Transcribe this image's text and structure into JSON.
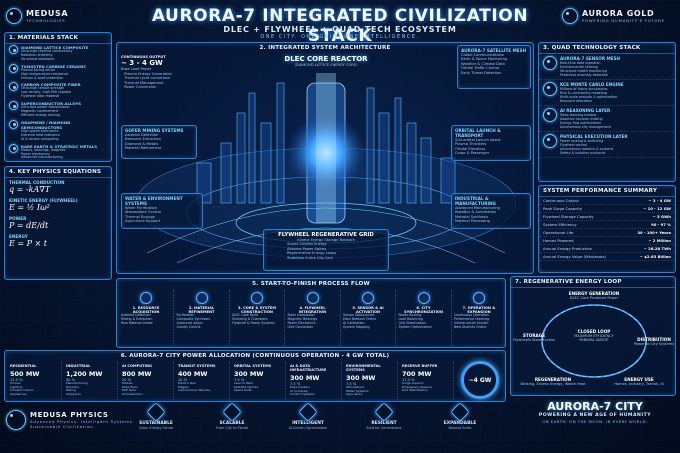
{
  "header": {
    "brand_left": "MEDUSA",
    "brand_left_sub": "TECHNOLOGIES",
    "title": "AURORA-7 INTEGRATED CIVILIZATION STACK",
    "subtitle": "DLEC + FLYWHEEL + QUAD TECH ECOSYSTEM",
    "tagline": "ONE CITY. ONE GRID. ONE INTELLIGENCE.",
    "brand_right": "AURORA GOLD",
    "brand_right_sub": "POWERING HUMANITY'S FUTURE"
  },
  "materials": {
    "title": "1. MATERIALS STACK",
    "items": [
      {
        "name": "DIAMOND LATTICE COMPOSITE",
        "lines": [
          "Ultra-high thermal conductivity",
          "Radiation shielding",
          "Structural backbone"
        ]
      },
      {
        "name": "TUNGSTEN CARBIDE CERAMIC",
        "lines": [
          "Plasma facing armor",
          "High temperature resistance",
          "Erosion & spall protection"
        ]
      },
      {
        "name": "CARBON COMPOSITE FIBER",
        "lines": [
          "Ultra-high tensile strength",
          "Low density, high EMI capable",
          "Flywheel rotor material"
        ]
      },
      {
        "name": "SUPERCONDUCTOR ALLOYS",
        "lines": [
          "Zero-loss power transmission",
          "Magnetic confinement",
          "Efficient energy routing"
        ]
      },
      {
        "name": "GRAPHENE / DIAMOND SEMICONDUCTORS",
        "lines": [
          "High speed electronics",
          "Extreme heat tolerance",
          "AI & sensor computing"
        ]
      },
      {
        "name": "RARE EARTH & STRATEGIC METALS",
        "lines": [
          "Motors, bearings, magnets",
          "Power electronics",
          "Advanced manufacturing"
        ]
      }
    ]
  },
  "physics": {
    "title": "4. KEY PHYSICS EQUATIONS",
    "items": [
      {
        "name": "THERMAL CONDUCTION",
        "eq": "q = -kA∇T"
      },
      {
        "name": "KINETIC ENERGY (FLYWHEEL)",
        "eq": "E = ½ Iω²"
      },
      {
        "name": "POWER",
        "eq": "P = dE/dt"
      },
      {
        "name": "ENERGY",
        "eq": "E = P × t"
      }
    ]
  },
  "architecture": {
    "title": "2. INTEGRATED SYSTEM ARCHITECTURE",
    "continuous_output_label": "CONTINUOUS OUTPUT",
    "continuous_output_value": "~ 3 - 4 GW",
    "continuous_output_sub": "Base Load Power",
    "continuous_output_lines": [
      "Plasma Energy Generation",
      "Thermal cycle conversion",
      "Thermal Management",
      "Power Conversion"
    ],
    "core_title": "DLEC CORE REACTOR",
    "core_sub": "(DIAMOND LATTICE ENERGY CORE)",
    "satellite_title": "AURORA-7 SATELLITE MESH",
    "satellite_lines": [
      "Global Communications",
      "Earth & Space Monitoring",
      "Weather & Climate Data",
      "Orbital Traffic Control",
      "Early Threat Detection"
    ],
    "mining_title": "GOFER MINING SYSTEMS",
    "mining_lines": [
      "Asteroid Detection",
      "Resource Extraction",
      "Diamond & Metals",
      "Material Refinement"
    ],
    "orbital_title": "ORBITAL LAUNCH & TRANSPORT",
    "orbital_lines": [
      "Sub-orbital Launch Assist",
      "Plasma Thrusters",
      "Orbital Elevators",
      "Cargo & Passenger"
    ],
    "water_title": "WATER & ENVIRONMENT SYSTEMS",
    "water_lines": [
      "Water Purification",
      "Atmosphere Control",
      "Thermal Ecology",
      "Agriculture Support"
    ],
    "industrial_title": "INDUSTRIAL & MANUFACTURING",
    "industrial_lines": [
      "Advanced Manufacturing",
      "Robotics & Automation",
      "Material Synthesis",
      "Material Processing"
    ],
    "flywheel_title": "FLYWHEEL REGENERATIVE GRID",
    "flywheel_sub": "Kinetic Energy Storage Network",
    "flywheel_lines": [
      "Stores Surplus Energy",
      "Absorbs Power Spikes",
      "Regenerative Energy Loops",
      "Stabilizes Entire City Grid"
    ]
  },
  "quad": {
    "title": "3. QUAD TECHNOLOGY STACK",
    "items": [
      {
        "name": "AURORA-7 SENSOR MESH",
        "lines": [
          "Real-time data ingestion",
          "Environmental sensing",
          "Structural health monitoring",
          "Predictive anomaly detection"
        ]
      },
      {
        "name": "KCE MONTE CARLO ENGINE",
        "lines": [
          "Millions of future simulations",
          "Risk & uncertainty modeling",
          "Multi-scale analysis & optimization",
          "Resource allocation"
        ]
      },
      {
        "name": "AI REASONING LAYER",
        "lines": [
          "Deep learning models",
          "Adaptive decision making",
          "Energy flow optimization",
          "Autonomous city management"
        ]
      },
      {
        "name": "PHYSICAL EXECUTION LAYER",
        "lines": [
          "Power routing & switching",
          "Flywheel control",
          "Autonomous robotics & systems",
          "Safety & isolation protocols"
        ]
      }
    ]
  },
  "performance": {
    "title": "SYSTEM PERFORMANCE SUMMARY",
    "rows": [
      {
        "label": "Continuous Output",
        "value": "~ 3 - 4 GW"
      },
      {
        "label": "Peak Surge Capacity",
        "value": "~ 10 - 12 GW"
      },
      {
        "label": "Flywheel Storage Capacity",
        "value": "~ 5 GWh"
      },
      {
        "label": "System Efficiency",
        "value": "90 - 97 %"
      },
      {
        "label": "Operational Life",
        "value": "30 - 100+ Years"
      },
      {
        "label": "Homes Powered",
        "value": "~ 2 Million"
      },
      {
        "label": "Annual Energy Production",
        "value": "~ 26.28 TWh"
      },
      {
        "label": "Annual Energy Value (Wholesale)",
        "value": "~ $2.63 Billion"
      }
    ]
  },
  "process": {
    "title": "5. START-TO-FINISH PROCESS FLOW",
    "steps": [
      {
        "name": "1. RESOURCE ACQUISITION",
        "lines": [
          "Asteroid Detection",
          "Mining & Extraction",
          "Raw Material Intake"
        ]
      },
      {
        "name": "2. MATERIAL REFINEMENT",
        "lines": [
          "Purification",
          "Composite Synthesis",
          "Advanced Alloys",
          "Quality Control"
        ]
      },
      {
        "name": "3. CORE & SYSTEM CONSTRUCTION",
        "lines": [
          "DLEC Core Build",
          "Shielding & Chambers",
          "Flywheel & Power Systems"
        ]
      },
      {
        "name": "4. FLYWHEEL INTEGRATION",
        "lines": [
          "Rotor Installation",
          "Magnetic Bearings",
          "Power Electronics",
          "Grid Connection"
        ]
      },
      {
        "name": "5. SENSOR & AI ACTIVATION",
        "lines": [
          "Sensor Deployment",
          "Data Network Online",
          "AI Calibration",
          "System Mapping"
        ]
      },
      {
        "name": "6. CITY SYNCHRONIZATION",
        "lines": [
          "Power Routing",
          "Load Balancing",
          "Grid Stabilization",
          "System Optimization"
        ]
      },
      {
        "name": "7. OPERATION & EXPANSION",
        "lines": [
          "Continuous Operation",
          "Performance Learning",
          "Infrastructure Growth",
          "New Districts Online"
        ]
      }
    ]
  },
  "loop": {
    "title": "7. REGENERATIVE ENERGY LOOP",
    "generation": "ENERGY GENERATION",
    "generation_sub": "DLEC Core Produces Power",
    "storage": "STORAGE",
    "storage_sub": "Flywheels Store Excess",
    "center": "CLOSED LOOP",
    "center_sub1": "MAXIMUM EFFICIENCY",
    "center_sub2": "MINIMAL WASTE",
    "distribution": "DISTRIBUTION",
    "distribution_sub": "Power to City Systems",
    "use": "ENERGY USE",
    "use_sub": "Homes, Industry, Transit, AI",
    "regeneration": "REGENERATION",
    "regeneration_sub": "Braking, Excess Energy, Waste Heat"
  },
  "allocation": {
    "title": "6. AURORA-7 CITY POWER ALLOCATION (CONTINUOUS OPERATION - 4 GW TOTAL)",
    "items": [
      {
        "name": "RESIDENTIAL",
        "value": "500 MW",
        "pct": "12.5 %",
        "lines": [
          "Homes",
          "Lighting",
          "Climate Control",
          "Appliances"
        ]
      },
      {
        "name": "INDUSTRIAL",
        "value": "1,200 MW",
        "pct": "30 %",
        "lines": [
          "Manufacturing",
          "Robotics",
          "Mining",
          "Shipyards"
        ]
      },
      {
        "name": "AI COMPUTING",
        "value": "800 MW",
        "pct": "20 %",
        "lines": [
          "Models",
          "Data Hubs",
          "KCE Sims",
          "Orchestration"
        ]
      },
      {
        "name": "TRANSIT SYSTEMS",
        "value": "400 MW",
        "pct": "10 %",
        "lines": [
          "Electric Rail",
          "Maglev",
          "Autonomous Vehicles"
        ]
      },
      {
        "name": "ORBITAL SYSTEMS",
        "value": "300 MW",
        "pct": "7.5 %",
        "lines": [
          "Launch Pads",
          "Satellite Uplinks",
          "Space Ports"
        ]
      },
      {
        "name": "AI & DATA INFRASTRUCTURE",
        "value": "300 MW",
        "pct": "7.5 %",
        "lines": [
          "Data Centers",
          "AI Compute",
          "Control Systems"
        ]
      },
      {
        "name": "ENVIRONMENTAL SYSTEMS",
        "value": "300 MW",
        "pct": "7.5 %",
        "lines": [
          "Atmosphere",
          "Water Systems",
          "Agriculture"
        ]
      },
      {
        "name": "RESERVE BUFFER",
        "value": "700 MW",
        "pct": "17.5 %",
        "lines": [
          "Surge Support",
          "Emergency Reserve",
          "Grid Stabilization"
        ]
      }
    ],
    "total": "~4 GW"
  },
  "footer": {
    "brand": "MEDUSA PHYSICS",
    "brand_lines": [
      "Advanced Physics. Intelligent Systems.",
      "Sustainable Civilization."
    ],
    "pillars": [
      {
        "name": "SUSTAINABLE",
        "sub": "Clean Energy Future"
      },
      {
        "name": "SCALABLE",
        "sub": "From City to Planet"
      },
      {
        "name": "INTELLIGENT",
        "sub": "AI-Driven Optimization"
      },
      {
        "name": "RESILIENT",
        "sub": "Built for Generations"
      },
      {
        "name": "EXPANDABLE",
        "sub": "Beyond Earth"
      }
    ],
    "city_title": "AURORA-7 CITY",
    "city_sub": "POWERING A NEW AGE OF HUMANITY",
    "city_tag": "ON EARTH. ON THE MOON. IN EVERY WORLD."
  },
  "colors": {
    "accent": "#2f7fd0",
    "glow": "#49b0ff",
    "background": "#030b1c",
    "gold": "#e8c66b"
  }
}
